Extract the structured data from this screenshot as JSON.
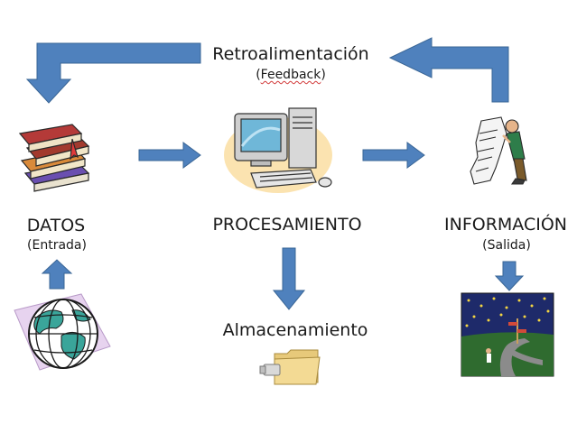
{
  "feedback": {
    "title": "Retroalimentación",
    "subtitle_prefix": "(",
    "subtitle_word": "Feedback",
    "subtitle_suffix": ")"
  },
  "nodes": {
    "datos": {
      "title": "DATOS",
      "subtitle": "(Entrada)",
      "icon": "books-icon"
    },
    "procesamiento": {
      "title": "PROCESAMIENTO",
      "icon": "computer-icon"
    },
    "informacion": {
      "title": "INFORMACIÓN",
      "subtitle": "(Salida)",
      "icon": "person-reading-report-icon"
    },
    "almacenamiento": {
      "title": "Almacenamiento",
      "icon": "usb-folder-icon"
    },
    "entrada_source": {
      "icon": "globe-icon"
    },
    "salida_target": {
      "icon": "night-crossroads-icon"
    }
  },
  "colors": {
    "arrow_fill": "#4f81bd",
    "arrow_stroke": "#3a6696"
  }
}
